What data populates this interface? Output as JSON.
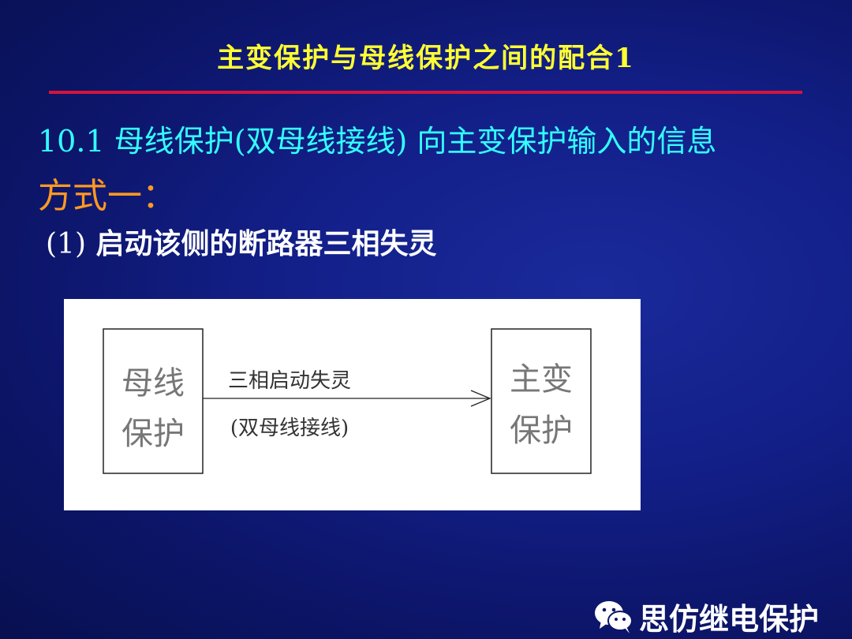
{
  "slide": {
    "title": "主变保护与母线保护之间的配合1",
    "heading": "10.1  母线保护(双母线接线) 向主变保护输入的信息",
    "method": "方式一：",
    "item": {
      "number": "(1)",
      "text": "启动该侧的断路器三相失灵"
    }
  },
  "diagram": {
    "left_box": {
      "line1": "母线",
      "line2": "保护"
    },
    "right_box": {
      "line1": "主变",
      "line2": "保护"
    },
    "arrow_label_top": "三相启动失灵",
    "arrow_label_bottom": "(双母线接线)"
  },
  "watermark": {
    "text": "思仿继电保护",
    "icon": "wechat-icon"
  },
  "colors": {
    "title": "#ffff33",
    "rule": "#d4143c",
    "heading": "#33ffff",
    "method": "#ff9922",
    "item": "#ffffff"
  }
}
